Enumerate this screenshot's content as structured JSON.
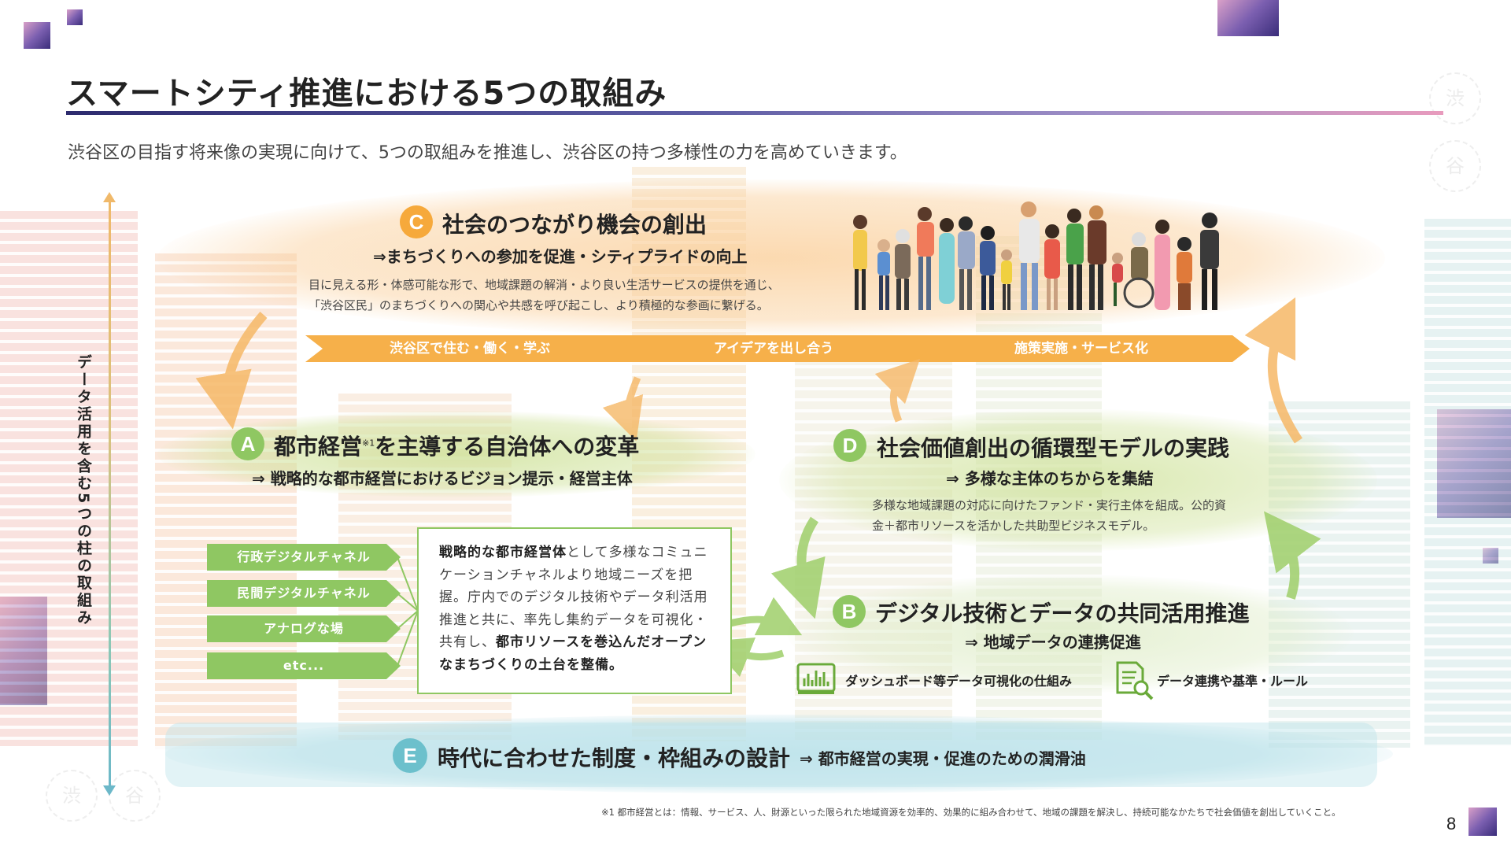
{
  "header": {
    "title": "スマートシティ推進における5つの取組み",
    "subtitle": "渋谷区の目指す将来像の実現に向けて、5つの取組みを推進し、渋谷区の持つ多様性の力を高めていきます。"
  },
  "axis": {
    "label": "データ活用を含む5つの柱の取組み"
  },
  "sections": {
    "C": {
      "badge": "C",
      "title": "社会のつながり機会の創出",
      "sub": "⇒まちづくりへの参加を促進・シティプライドの向上",
      "desc_line1": "目に見える形・体感可能な形で、地域課題の解消・より良い生活サービスの提供を通じ、",
      "desc_line2": "「渋谷区民」のまちづくりへの関心や共感を呼び起こし、より積極的な参画に繋げる。",
      "chevrons": [
        "渋谷区で住む・働く・学ぶ",
        "アイデアを出し合う",
        "施策実施・サービス化"
      ]
    },
    "A": {
      "badge": "A",
      "title_pre": "都市経営",
      "title_sup": "※1",
      "title_post": "を主導する自治体への変革",
      "sub": "⇒ 戦略的な都市経営におけるビジョン提示・経営主体",
      "tags": [
        "行政デジタルチャネル",
        "民間デジタルチャネル",
        "アナログな場",
        "etc..."
      ],
      "box_b1": "戦略的な都市経営体",
      "box_t1": "として多様なコミュニケーションチャネルより地域ニーズを把握。庁内でのデジタル技術やデータ利活用推進と共に、率先し集約データを可視化・共有し、",
      "box_b2": "都市リソースを巻込んだオープンなまちづくりの土台を整備。"
    },
    "D": {
      "badge": "D",
      "title": "社会価値創出の循環型モデルの実践",
      "sub": "⇒ 多様な主体のちからを集結",
      "desc_line1": "多様な地域課題の対応に向けたファンド・実行主体を組成。公的資",
      "desc_line2": "金＋都市リソースを活かした共助型ビジネスモデル。"
    },
    "B": {
      "badge": "B",
      "title": "デジタル技術とデータの共同活用推進",
      "sub": "⇒ 地域データの連携促進",
      "item1": "ダッシュボード等データ可視化の仕組み",
      "item2": "データ連携や基準・ルール"
    },
    "E": {
      "badge": "E",
      "title": "時代に合わせた制度・枠組みの設計",
      "sub": "⇒ 都市経営の実現・促進のための潤滑油"
    }
  },
  "footnote": "※1 都市経営とは：情報、サービス、人、財源といった限られた地域資源を効率的、効果的に組み合わせて、地域の課題を解決し、持続可能なかたちで社会価値を創出していくこと。",
  "page_number": "8",
  "stamp_chars": [
    "渋",
    "谷"
  ],
  "colors": {
    "orange": "#f6b04a",
    "green": "#8fc762",
    "teal": "#7dc6d1",
    "title_rule": "#2d2b6e"
  },
  "icons": [
    "dashboard-chart-icon",
    "document-search-icon",
    "people-illustration"
  ]
}
